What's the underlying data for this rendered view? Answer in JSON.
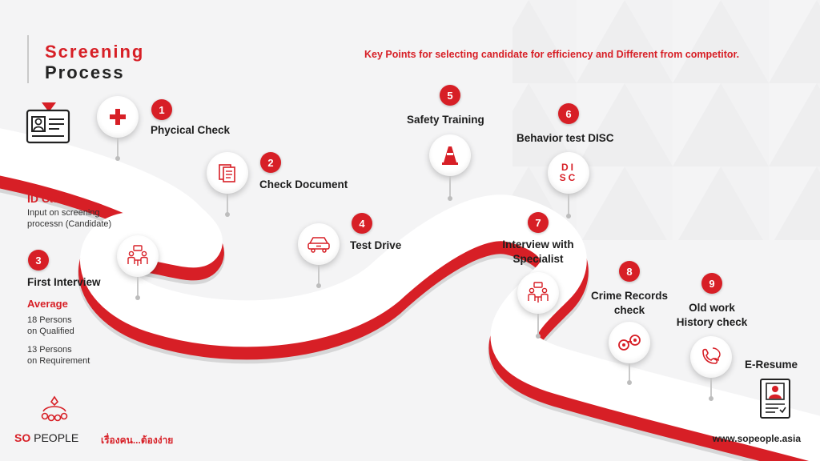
{
  "header": {
    "title_line1": "Screening",
    "title_line2": "Process",
    "key_points": "Key Points for selecting candidate for efficiency and Different from competitor."
  },
  "id_card": {
    "title": "ID Card",
    "desc_line1": "Input on screening",
    "desc_line2": "processn (Candidate)"
  },
  "average": {
    "title": "Average",
    "qualified_line1": "18 Persons",
    "qualified_line2": "on Qualified",
    "requirement_line1": "13 Persons",
    "requirement_line2": "on Requirement"
  },
  "steps": [
    {
      "number": "1",
      "label": "Phycical Check",
      "icon": "medical-cross-icon"
    },
    {
      "number": "2",
      "label": "Check Document",
      "icon": "documents-icon"
    },
    {
      "number": "3",
      "label": "First Interview",
      "icon": "interview-icon"
    },
    {
      "number": "4",
      "label": "Test Drive",
      "icon": "car-icon"
    },
    {
      "number": "5",
      "label": "Safety Training",
      "icon": "traffic-cone-icon"
    },
    {
      "number": "6",
      "label": "Behavior test DISC",
      "icon": "disc-icon",
      "disc_letters": [
        "D",
        "I",
        "S",
        "C"
      ]
    },
    {
      "number": "7",
      "label_line1": "Interview with",
      "label_line2": "Specialist",
      "icon": "interview-icon"
    },
    {
      "number": "8",
      "label_line1": "Crime Records",
      "label_line2": "check",
      "icon": "handcuffs-icon"
    },
    {
      "number": "9",
      "label_line1": "Old work",
      "label_line2": "History check",
      "icon": "phone-call-icon"
    }
  ],
  "end": {
    "label": "E-Resume",
    "icon": "resume-icon"
  },
  "footer": {
    "brand_so": "SO",
    "brand_people": "PEOPLE",
    "slogan": "เรื่องคน...ต้องง่าย",
    "url": "www.sopeople.asia"
  },
  "colors": {
    "accent_red": "#d71f26",
    "road_white": "#ffffff",
    "road_shadow": "#c8c8c8",
    "background": "#f4f4f5"
  }
}
